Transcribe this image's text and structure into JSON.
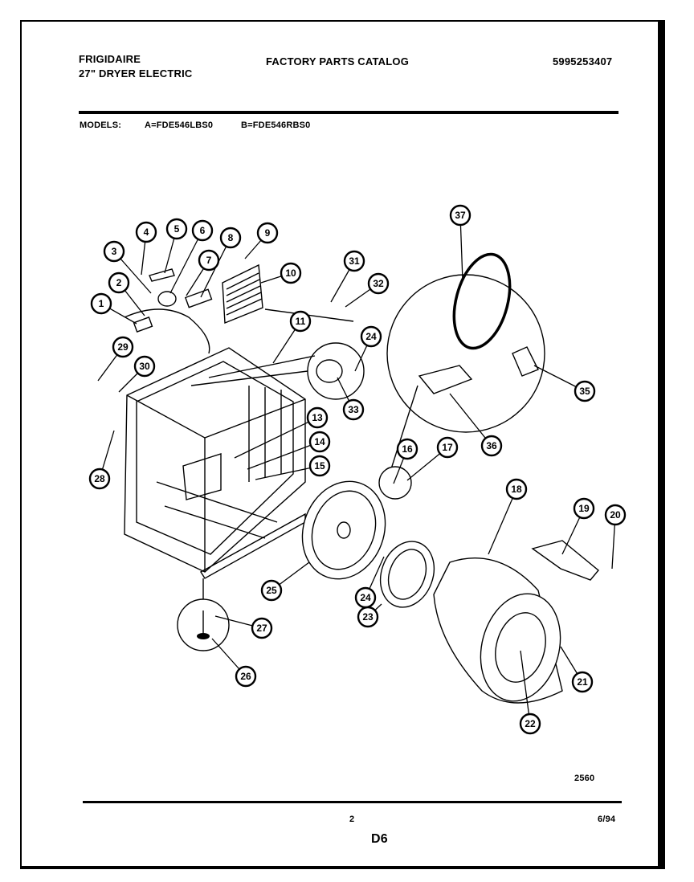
{
  "header": {
    "brand": "FRIGIDAIRE",
    "product": "27\" DRYER ELECTRIC",
    "catalog_title": "FACTORY PARTS CATALOG",
    "catalog_number": "5995253407"
  },
  "models_line": {
    "label": "MODELS:",
    "model_a": "A=FDE546LBS0",
    "model_b": "B=FDE546RBS0"
  },
  "diagram": {
    "drawing_number": "2560",
    "callouts": [
      "1",
      "2",
      "3",
      "4",
      "5",
      "6",
      "7",
      "8",
      "9",
      "10",
      "11",
      "13",
      "14",
      "15",
      "16",
      "17",
      "18",
      "19",
      "20",
      "21",
      "22",
      "23",
      "24",
      "24",
      "25",
      "26",
      "27",
      "28",
      "29",
      "30",
      "31",
      "32",
      "33",
      "35",
      "36",
      "37"
    ]
  },
  "footer": {
    "page_number": "2",
    "date": "6/94",
    "section": "D6"
  }
}
